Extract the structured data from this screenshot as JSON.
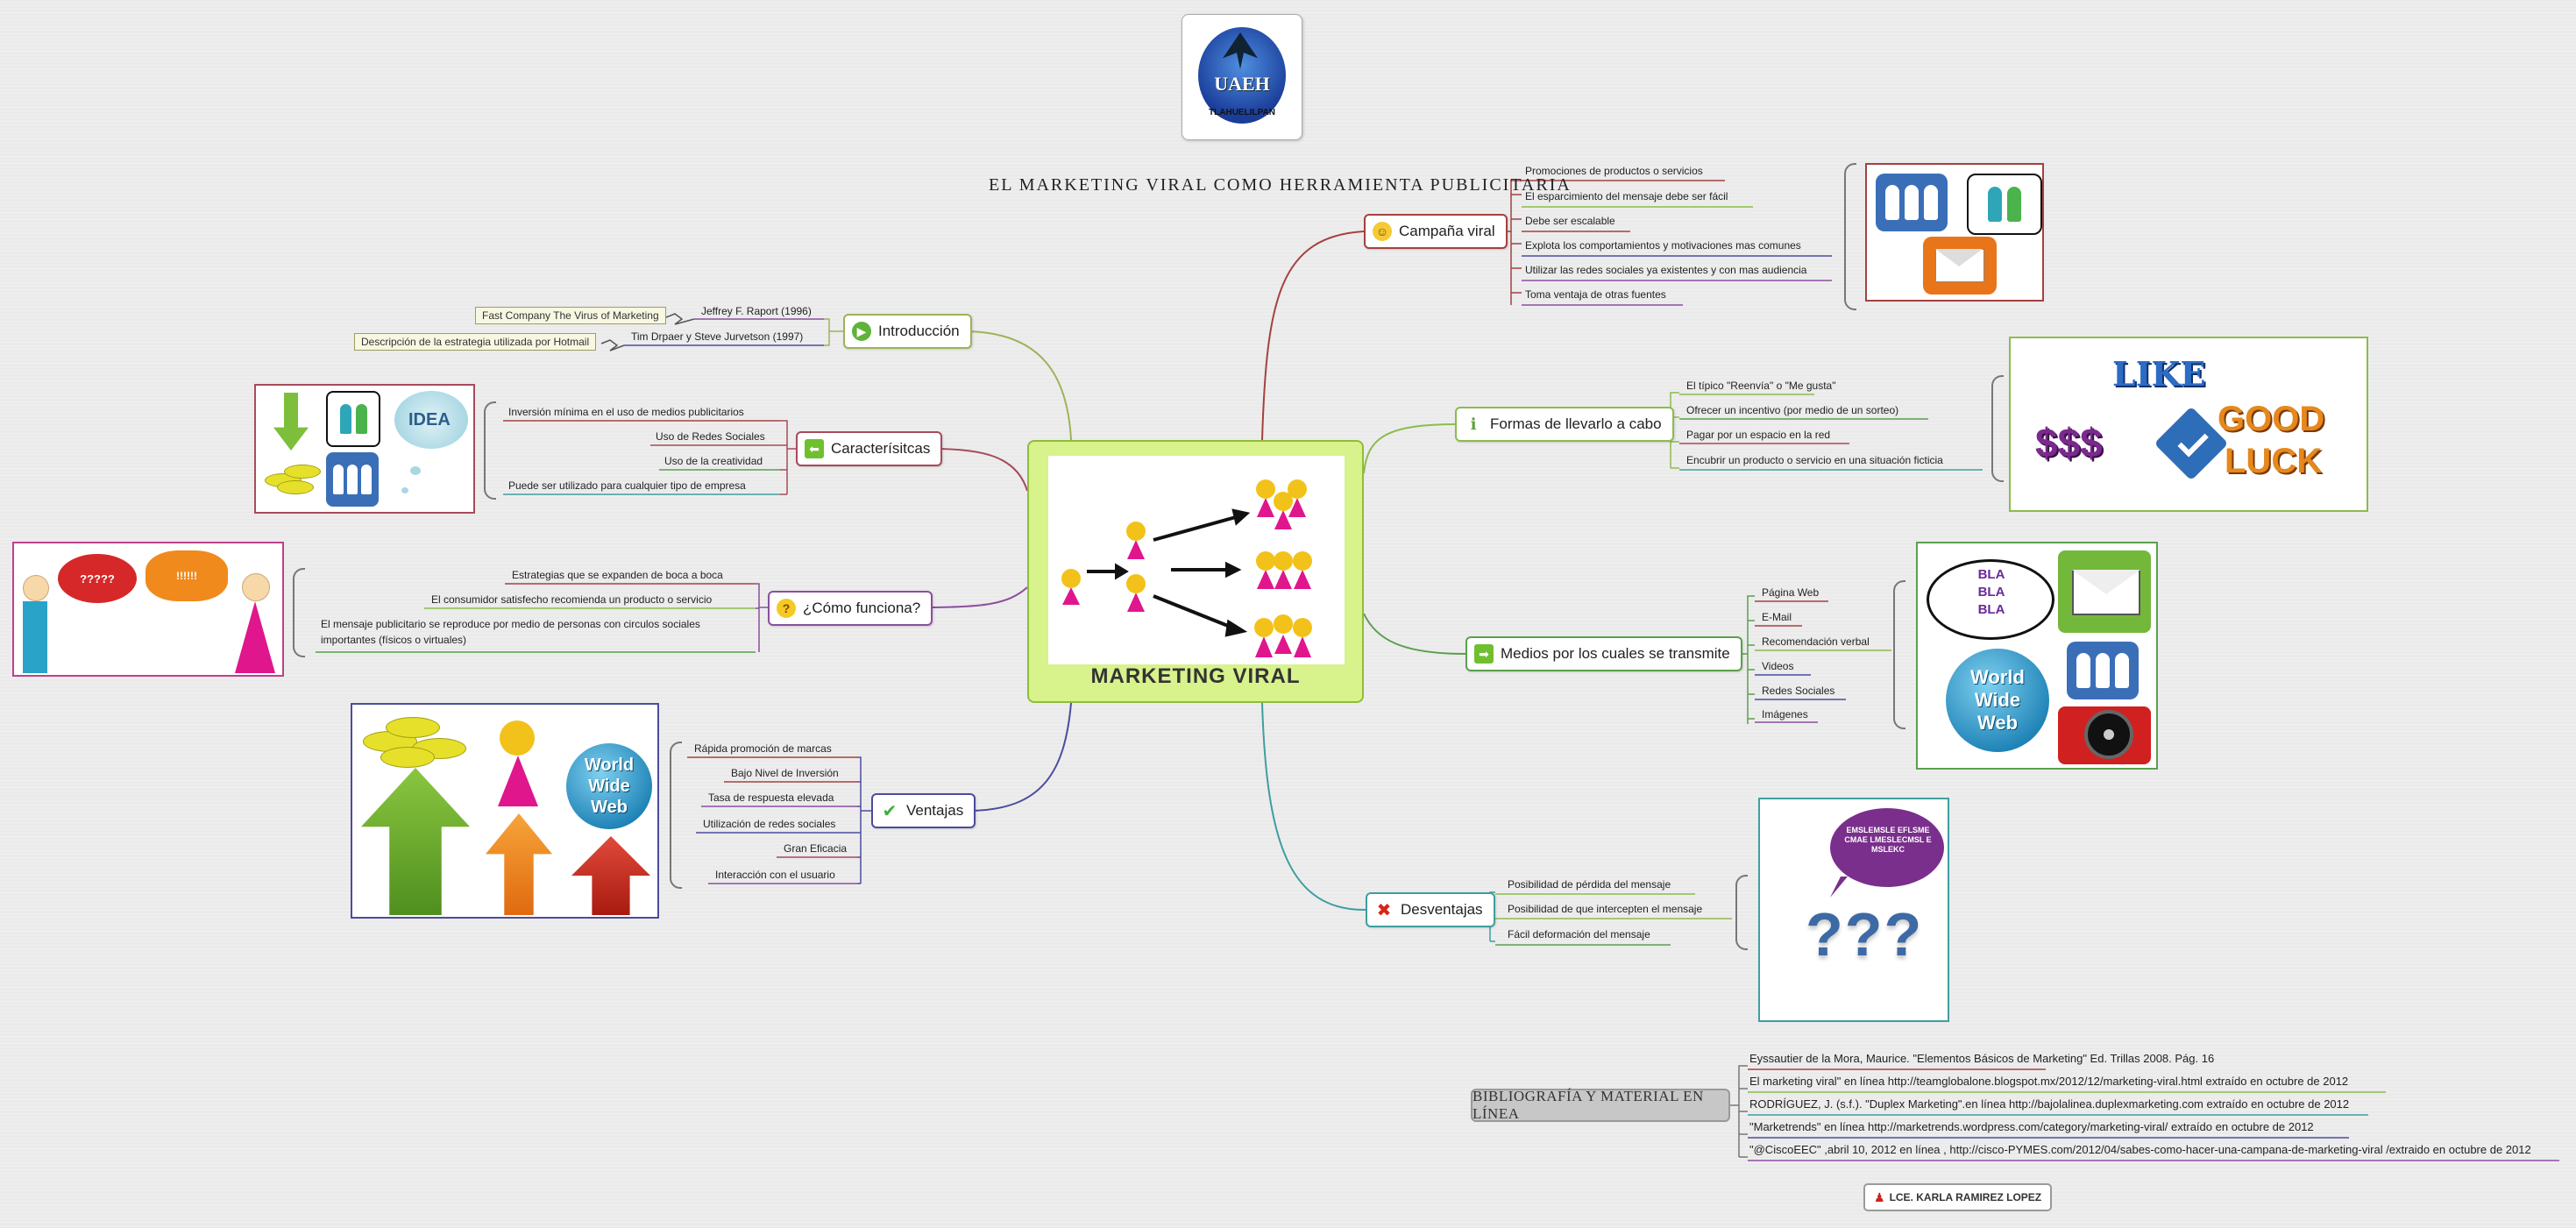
{
  "title": "EL MARKETING VIRAL COMO HERRAMIENTA PUBLICITARIA",
  "logo": {
    "text": "UAEH",
    "subtext": "TLAHUELILPAN"
  },
  "central": {
    "label": "MARKETING VIRAL"
  },
  "branches": {
    "campana": {
      "label": "Campaña viral",
      "items": [
        "Promociones de productos o servicios",
        "El esparcimiento del mensaje debe ser fácil",
        "Debe ser escalable",
        "Explota los comportamientos y motivaciones mas comunes",
        "Utilizar las redes sociales ya existentes y con mas audiencia",
        "Toma ventaja de otras fuentes"
      ]
    },
    "formas": {
      "label": "Formas de llevarlo a cabo",
      "items": [
        "El típico \"Reenvía\" o \"Me gusta\"",
        "Ofrecer un incentivo (por medio de un sorteo)",
        "Pagar por un espacio en la red",
        "Encubrir un producto o servicio en una situación ficticia"
      ],
      "image_text": {
        "like": "LIKE",
        "money": "$$$",
        "good": "GOOD",
        "luck": "LUCK"
      }
    },
    "medios": {
      "label": "Medios por los cuales se transmite",
      "items": [
        "Página Web",
        "E-Mail",
        "Recomendación verbal",
        "Videos",
        "Redes Sociales",
        "Imágenes"
      ],
      "image_text": {
        "bla": "BLA BLA BLA",
        "www": "World Wide Web"
      }
    },
    "desventajas": {
      "label": "Desventajas",
      "items": [
        "Posibilidad de pérdida del mensaje",
        "Posibilidad de que intercepten el mensaje",
        "Fácil deformación del mensaje"
      ],
      "image_text": {
        "bubble": "EMSLEMSLE EFLSMECMAE LMESLECMSL EMSLEKC",
        "qs": "???"
      }
    },
    "introduccion": {
      "label": "Introducción",
      "items": [
        "Jeffrey F. Raport (1996)",
        "Tim Drpaer y Steve Jurvetson (1997)"
      ],
      "sources": [
        "Fast Company The Virus of Marketing",
        "Descripción de la estrategia utilizada por Hotmail"
      ]
    },
    "caracteristicas": {
      "label": "Caracterísitcas",
      "items": [
        "Inversión mínima en el uso de medios publicitarios",
        "Uso de Redes Sociales",
        "Uso de la creatividad",
        "Puede ser utilizado para cualquier tipo de empresa"
      ],
      "image_text": {
        "idea": "IDEA"
      }
    },
    "como": {
      "label": "¿Cómo funciona?",
      "items": [
        "Estrategias que se expanden de boca a boca",
        "El consumidor satisfecho recomienda un producto o servicio",
        "El mensaje publicitario se reproduce por medio de personas con circulos sociales",
        "importantes (físicos o virtuales)"
      ],
      "image_text": {
        "left_bubble": "?????",
        "right_bubble": "!!!!!!"
      }
    },
    "ventajas": {
      "label": "Ventajas",
      "items": [
        "Rápida promoción de marcas",
        "Bajo Nivel de Inversión",
        "Tasa de respuesta elevada",
        "Utilización de redes sociales",
        "Gran Eficacia",
        "Interacción con el usuario"
      ],
      "image_text": {
        "www": "World Wide Web"
      }
    }
  },
  "bibliography": {
    "label": "BIBLIOGRAFÍA Y MATERIAL EN LÍNEA",
    "items": [
      "Eyssautier de la Mora, Maurice. \"Elementos Básicos de Marketing\" Ed. Trillas 2008. Pág. 16",
      "El marketing viral\" en línea http://teamglobalone.blogspot.mx/2012/12/marketing-viral.html extraído en octubre de 2012",
      "RODRÍGUEZ, J. (s.f.). \"Duplex Marketing\".en línea http://bajolalinea.duplexmarketing.com extraído en octubre de 2012",
      "\"Marketrends\" en línea  http://marketrends.wordpress.com/category/marketing-viral/ extraído en octubre de 2012",
      "\"@CiscoEEC\" ,abril 10, 2012 en línea  , http://cisco-PYMES.com/2012/04/sabes-como-hacer-una-campana-de-marketing-viral /extraido en octubre de 2012"
    ]
  },
  "author": "LCE. KARLA RAMIREZ LOPEZ",
  "colors": {
    "campana": "#a3423f",
    "formas": "#8cbc4c",
    "medios": "#5a9f4e",
    "desventajas": "#3f9ea0",
    "introduccion": "#9cb35a",
    "caracteristicas": "#a84a5c",
    "como": "#8c4e9e",
    "ventajas": "#4c4c9e",
    "magenta": "#e0168d",
    "yellow": "#f2c21b"
  },
  "icons": {
    "campana": "smiley-icon",
    "formas": "info-icon",
    "medios": "arrow-right-icon",
    "desventajas": "cross-icon",
    "introduccion": "play-icon",
    "caracteristicas": "arrow-left-icon",
    "como": "question-icon",
    "ventajas": "check-icon",
    "author": "person-icon"
  }
}
